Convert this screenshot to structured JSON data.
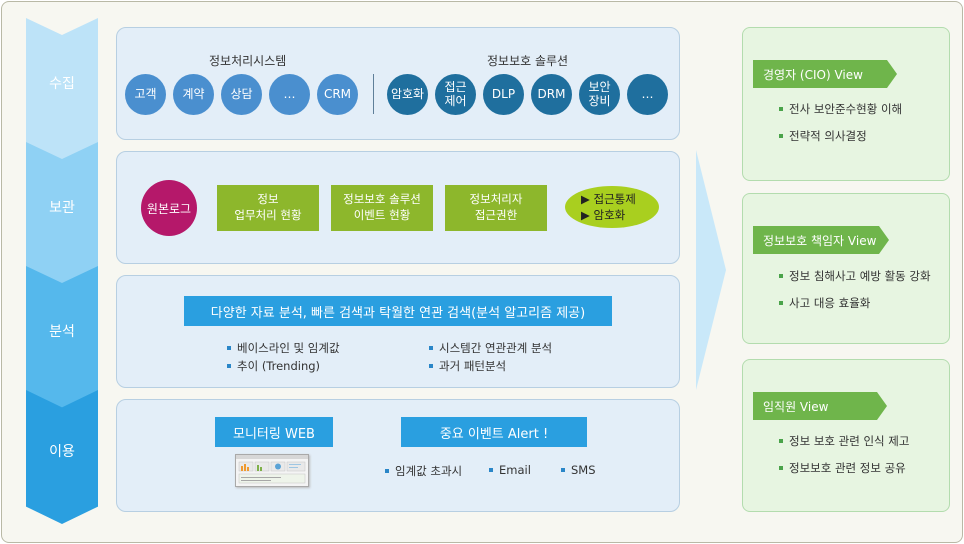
{
  "stages": [
    "수집",
    "보관",
    "분석",
    "이용"
  ],
  "collect": {
    "left_title": "정보처리시스템",
    "left_items": [
      "고객",
      "계약",
      "상담",
      "…",
      "CRM"
    ],
    "right_title": "정보보호 솔루션",
    "right_items": [
      "암호화",
      "접근\n제어",
      "DLP",
      "DRM",
      "보안\n장비",
      "…"
    ]
  },
  "store": {
    "source": "원본로그",
    "boxes": [
      "정보\n업무처리 현황",
      "정보보호 솔루션\n이벤트 현황",
      "정보처리자\n접근권한"
    ],
    "oval_items": [
      "▶ 접근통제",
      "▶ 암호화"
    ]
  },
  "analyze": {
    "banner": "다양한 자료 분석, 빠른 검색과 탁월한 연관 검색(분석 알고리즘 제공)",
    "bullets": [
      "베이스라인 및 임계값",
      "추이 (Trending)",
      "시스템간 연관관계 분석",
      "과거 패턴분석"
    ]
  },
  "use": {
    "monitor_banner": "모니터링 WEB",
    "alert_banner": "중요 이벤트 Alert !",
    "alert_items": [
      "임계값 초과시",
      "Email",
      "SMS"
    ]
  },
  "views": [
    {
      "title": "경영자 (CIO) View",
      "items": [
        "전사 보안준수현황 이해",
        "전략적 의사결정"
      ]
    },
    {
      "title": "정보보호 책임자 View",
      "items": [
        "정보 침해사고 예방 활동 강화",
        "사고 대응 효율화"
      ]
    },
    {
      "title": "임직원 View",
      "items": [
        "정보 보호 관련 인식 제고",
        "정보보호 관련 정보 공유"
      ]
    }
  ],
  "colors": {
    "stage_1": "#bde3f8",
    "stage_2": "#8fd1f4",
    "stage_3": "#55b8ec",
    "stage_4": "#2a9fe0",
    "source_circle": "#b5186a",
    "green_box": "#8db72c",
    "view_header": "#6fb54b"
  }
}
